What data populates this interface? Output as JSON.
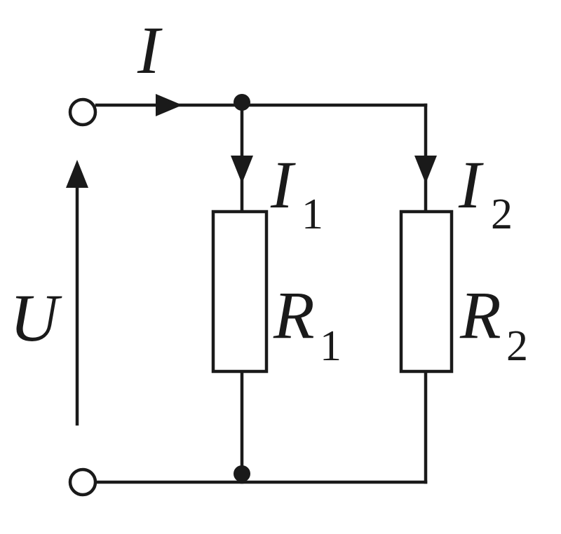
{
  "circuit": {
    "labels": {
      "current_total": "I",
      "current_branch1": "I",
      "current_branch1_sub": "1",
      "current_branch2": "I",
      "current_branch2_sub": "2",
      "voltage": "U",
      "resistor1": "R",
      "resistor1_sub": "1",
      "resistor2": "R",
      "resistor2_sub": "2"
    }
  }
}
